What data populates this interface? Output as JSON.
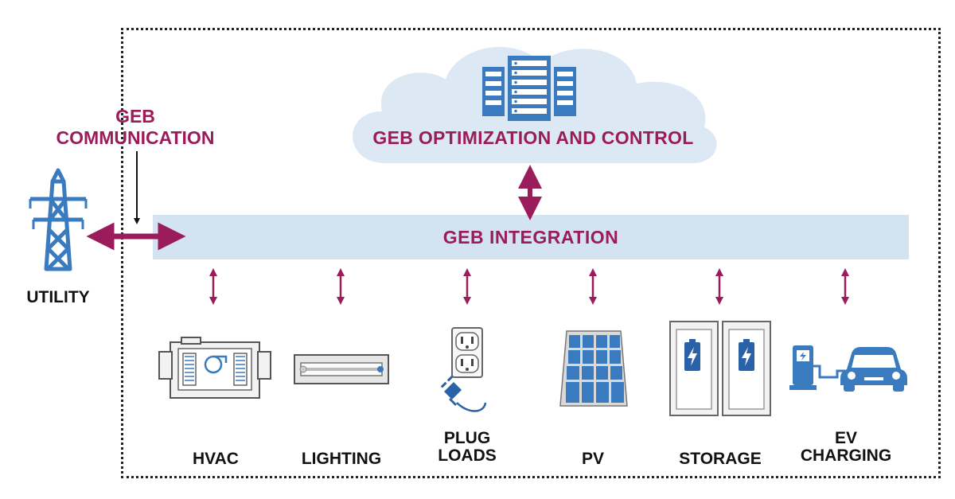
{
  "communication_label": "GEB\nCOMMUNICATION",
  "cloud_label": "GEB OPTIMIZATION AND CONTROL",
  "integration_label": "GEB INTEGRATION",
  "utility_label": "UTILITY",
  "devices": [
    {
      "label": "HVAC",
      "icon": "hvac-unit-icon"
    },
    {
      "label": "LIGHTING",
      "icon": "light-fixture-icon"
    },
    {
      "label": "PLUG\nLOADS",
      "icon": "outlet-plug-icon"
    },
    {
      "label": "PV",
      "icon": "solar-panel-icon"
    },
    {
      "label": "STORAGE",
      "icon": "battery-storage-icon"
    },
    {
      "label": "EV\nCHARGING",
      "icon": "ev-charger-icon"
    }
  ],
  "colors": {
    "accent": "#9a1c5a",
    "blue": "#3a7bbf",
    "bar": "#d4e3f0",
    "cloud": "#dce8f3"
  }
}
